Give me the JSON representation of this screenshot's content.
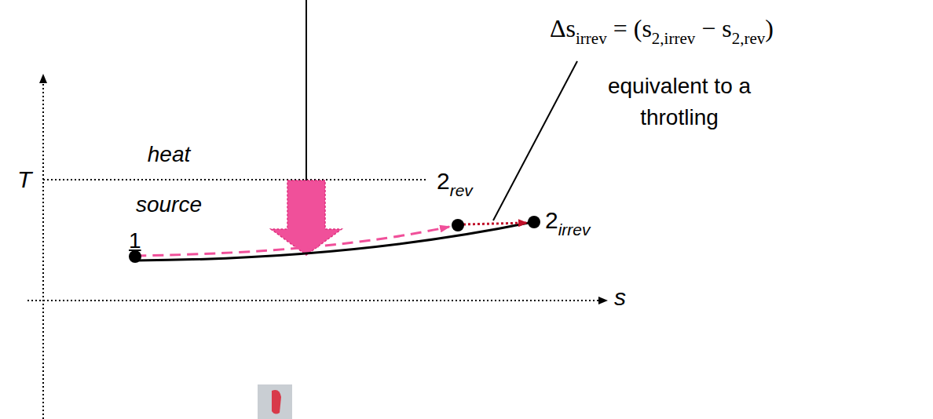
{
  "diagram": {
    "labels": [
      "T",
      "s",
      "heat source",
      "1",
      "2",
      "rev",
      "2",
      "irrev",
      "Δs",
      "irrev",
      " = (s",
      "2,irrev",
      " − s",
      "2,rev",
      ")",
      "equivalent to a throtling"
    ]
  }
}
